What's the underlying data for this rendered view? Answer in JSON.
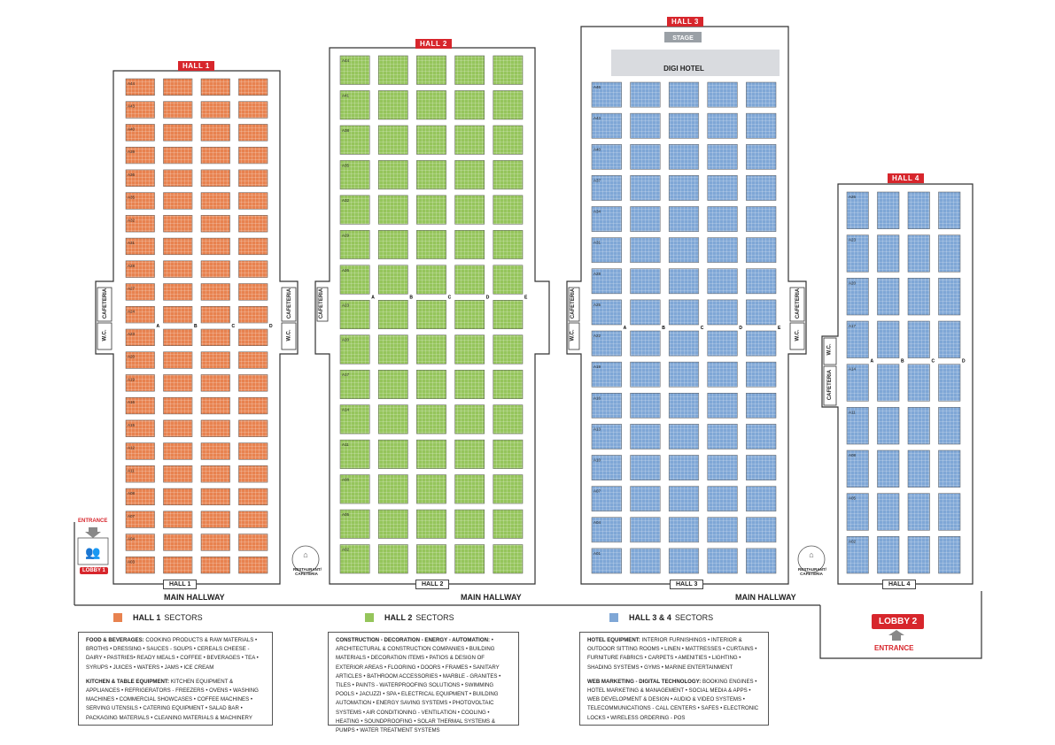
{
  "colors": {
    "hall1": "#e8824f",
    "hall2": "#95c55b",
    "hall34": "#7fa7d6",
    "red": "#d7262c",
    "grid": "#ffffff"
  },
  "halls": {
    "hall1": {
      "title": "HALL 1",
      "footer": "HALL 1"
    },
    "hall2": {
      "title": "HALL 2",
      "footer": "HALL 2"
    },
    "hall3": {
      "title": "HALL 3",
      "footer": "HALL 3"
    },
    "hall4": {
      "title": "HALL 4",
      "footer": "HALL 4"
    }
  },
  "labels": {
    "main_hallway": "MAIN HALLWAY",
    "cafeteria": "CAFETERIA",
    "wc": "W.C.",
    "entrance": "ENTRANCE",
    "lobby1": "LOBBY 1",
    "lobby2": "LOBBY 2",
    "stage": "STAGE",
    "digi_hotel": "DIGI HOTEL",
    "restaurant": "RESTAURANT/ CAFETERIA"
  },
  "legend": {
    "hall1": {
      "name": "HALL 1",
      "suffix": "SECTORS"
    },
    "hall2": {
      "name": "HALL 2",
      "suffix": "SECTORS"
    },
    "hall34": {
      "name": "HALL 3 & 4",
      "suffix": "SECTORS"
    }
  },
  "sectors": {
    "hall1": [
      {
        "title": "FOOD & BEVERAGES:",
        "text": "COOKING PRODUCTS & RAW MATERIALS • BROTHS • DRESSING • SAUCES - SOUPS • CEREALS CHEESE - DAIRY • PASTRIES• READY MEALS • COFFEE • BEVERAGES • TEA • SYRUPS • JUICES • WATERS • JAMS • ICE CREAM"
      },
      {
        "title": "KITCHEN & TABLE EQUIPMENT:",
        "text": "KITCHEN EQUIPMENT & APPLIANCES • REFRIGERATORS - FREEZERS • OVENS • WASHING MACHINES • COMMERCIAL SHOWCASES • COFFEE MACHINES • SERVING UTENSILS • CATERING EQUIPMENT • SALAD BAR • PACKAGING MATERIALS • CLEANING MATERIALS & MACHINERY"
      }
    ],
    "hall2": [
      {
        "title": "CONSTRUCTION - DECORATION - ENERGY - AUTOMATION:",
        "text": "• ARCHITECTURAL & CONSTRUCTION COMPANIES • BUILDING MATERIALS • DECORATION ITEMS • PATIOS & DESIGN OF EXTERIOR AREAS • FLOORING • DOORS • FRAMES • SANITARY ARTICLES • BATHROOM ACCESSORIES • MARBLE - GRANITES • TILES • PAINTS - WATERPROOFING SOLUTIONS • SWIMMING POOLS • JACUZZI • SPA • ELECTRICAL EQUIPMENT • BUILDING AUTOMATION • ENERGY SAVING SYSTEMS • PHOTOVOLTAIC SYSTEMS • AIR CONDITIONING - VENTILATION • COOLING • HEATING • SOUNDPROOFING • SOLAR THERMAL SYSTEMS & PUMPS • WATER TREATMENT SYSTEMS"
      }
    ],
    "hall34": [
      {
        "title": "HOTEL EQUIPMENT:",
        "text": "INTERIOR FURNISHINGS • INTERIOR & OUTDOOR SITTING ROOMS • LINEN • MATTRESSES • CURTAINS • FURNITURE FABRICS • CARPETS • AMENITIES • LIGHTING • SHADING SYSTEMS • GYMS • MARINE ENTERTAINMENT"
      },
      {
        "title": "WEB MARKETING - DIGITAL TECHNOLOGY:",
        "text": "BOOKING ENGINES • HOTEL MARKETING & MANAGEMENT • SOCIAL MEDIA & APPS • WEB DEVELOPMENT & DESIGN • AUDIO & VIDEO SYSTEMS • TELECOMMUNICATIONS - CALL CENTERS • SAFES • ELECTRONIC LOCKS • WIRELESS ORDERING - POS"
      }
    ]
  },
  "booths": {
    "hall1": {
      "rows": [
        "A44",
        "A43",
        "A40",
        "A39",
        "A36",
        "A35",
        "A32",
        "A31",
        "A28",
        "A27",
        "A24",
        "A23",
        "A20",
        "A19",
        "A16",
        "A15",
        "A12",
        "A11",
        "A08",
        "A07",
        "A04",
        "A03"
      ],
      "cols": [
        "A",
        "B",
        "C",
        "D"
      ]
    },
    "hall2": {
      "rows": [
        "A44",
        "A41",
        "A38",
        "A35",
        "A32",
        "A29",
        "A26",
        "A23",
        "A20",
        "A17",
        "A14",
        "A11",
        "A08",
        "A05",
        "A02"
      ],
      "cols": [
        "A",
        "B",
        "C",
        "D",
        "E"
      ]
    },
    "hall3": {
      "rows": [
        "A46",
        "A43",
        "A40",
        "A37",
        "A34",
        "A31",
        "A28",
        "A25",
        "A22",
        "A19",
        "A16",
        "A13",
        "A10",
        "A07",
        "A04",
        "A01"
      ],
      "cols": [
        "A",
        "B",
        "C",
        "D",
        "E"
      ]
    },
    "hall4": {
      "rows": [
        "A26",
        "A23",
        "A20",
        "A17",
        "A14",
        "A11",
        "A08",
        "A05",
        "A02"
      ],
      "cols": [
        "A",
        "B",
        "C",
        "D"
      ]
    }
  }
}
